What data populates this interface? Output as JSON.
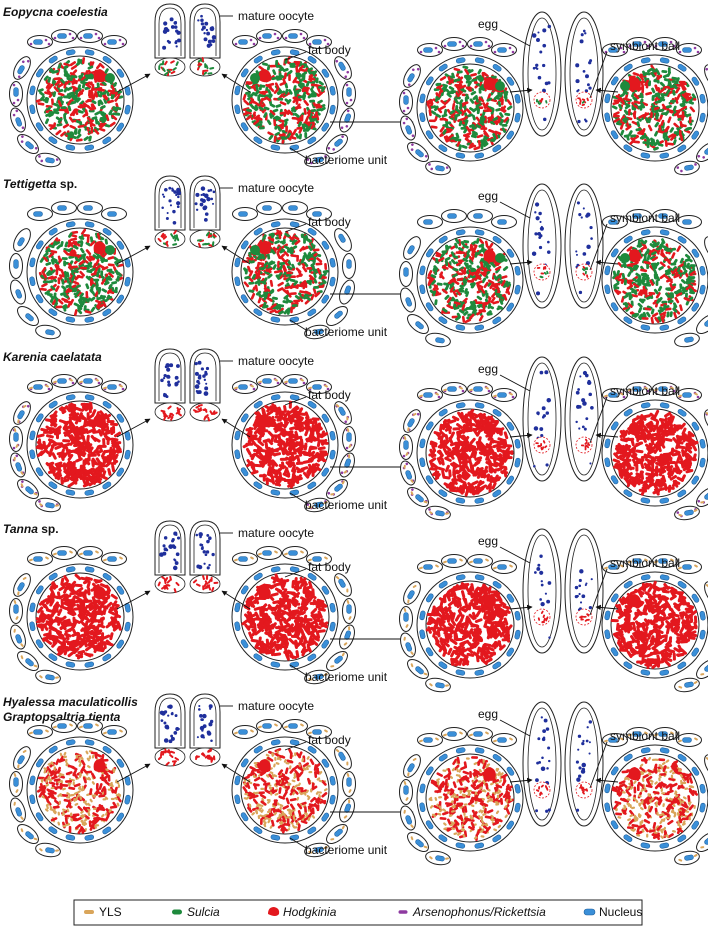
{
  "panels": [
    {
      "species_lines": [
        "Eopycna coelestia"
      ],
      "species_suffix": "",
      "fill": "sulcia_hodgkinia",
      "fat_body": "arsenophonus",
      "labels": {
        "mature_oocyte": "mature oocyte",
        "fat_body": "fat body",
        "bacteriome_unit": "bacteriome unit",
        "egg": "egg",
        "symbiont_ball": "symbiont ball"
      }
    },
    {
      "species_lines": [
        "Tettigetta"
      ],
      "species_suffix": " sp.",
      "fill": "sulcia_hodgkinia",
      "fat_body": "plain",
      "labels": {
        "mature_oocyte": "mature oocyte",
        "fat_body": "fat body",
        "bacteriome_unit": "bacteriome unit",
        "egg": "egg",
        "symbiont_ball": "symbiont ball"
      }
    },
    {
      "species_lines": [
        "Karenia caelatata"
      ],
      "species_suffix": "",
      "fill": "hodgkinia",
      "fat_body": "yls_arsenophonus",
      "labels": {
        "mature_oocyte": "mature oocyte",
        "fat_body": "fat body",
        "bacteriome_unit": "bacteriome unit",
        "egg": "egg",
        "symbiont_ball": "symbiont ball"
      }
    },
    {
      "species_lines": [
        "Tanna"
      ],
      "species_suffix": " sp.",
      "fill": "hodgkinia",
      "fat_body": "yls",
      "labels": {
        "mature_oocyte": "mature oocyte",
        "fat_body": "fat body",
        "bacteriome_unit": "bacteriome unit",
        "egg": "egg",
        "symbiont_ball": "symbiont ball"
      }
    },
    {
      "species_lines": [
        "Hyalessa maculaticollis",
        "Graptopsaltria tienta"
      ],
      "species_suffix": "",
      "fill": "yls_hodgkinia",
      "fat_body": "yls",
      "labels": {
        "mature_oocyte": "mature oocyte",
        "fat_body": "fat body",
        "bacteriome_unit": "bacteriome unit",
        "egg": "egg",
        "symbiont_ball": "symbiont ball"
      }
    }
  ],
  "legend": [
    {
      "label": "YLS",
      "italic": false,
      "icon": "yls-icon",
      "color": "#d9a55a"
    },
    {
      "label": "Sulcia",
      "italic": true,
      "icon": "sulcia-icon",
      "color": "#1e8a3c"
    },
    {
      "label": "Hodgkinia",
      "italic": true,
      "icon": "hodgkinia-icon",
      "color": "#e3181e"
    },
    {
      "label": "Arsenophonus/Rickettsia",
      "italic": true,
      "icon": "arsenophonus-icon",
      "color": "#8e3aa0"
    },
    {
      "label": "Nucleus",
      "italic": false,
      "icon": "nucleus-icon",
      "color": "#3a8fd8"
    }
  ],
  "colors": {
    "red": "#e3181e",
    "green": "#1e8a3c",
    "blue": "#1f2f9c",
    "nucleus": "#3a8fd8",
    "tan": "#d9a55a",
    "purple": "#8e3aa0",
    "outline": "#222222"
  }
}
